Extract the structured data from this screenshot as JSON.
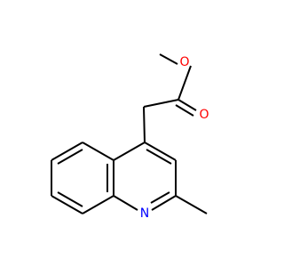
{
  "molecule": {
    "atoms": {
      "oxygen_methoxy": {
        "label": "O",
        "color": "#ff0000"
      },
      "oxygen_carbonyl": {
        "label": "O",
        "color": "#ff0000"
      },
      "nitrogen_ring": {
        "label": "N",
        "color": "#0000ff"
      }
    }
  }
}
